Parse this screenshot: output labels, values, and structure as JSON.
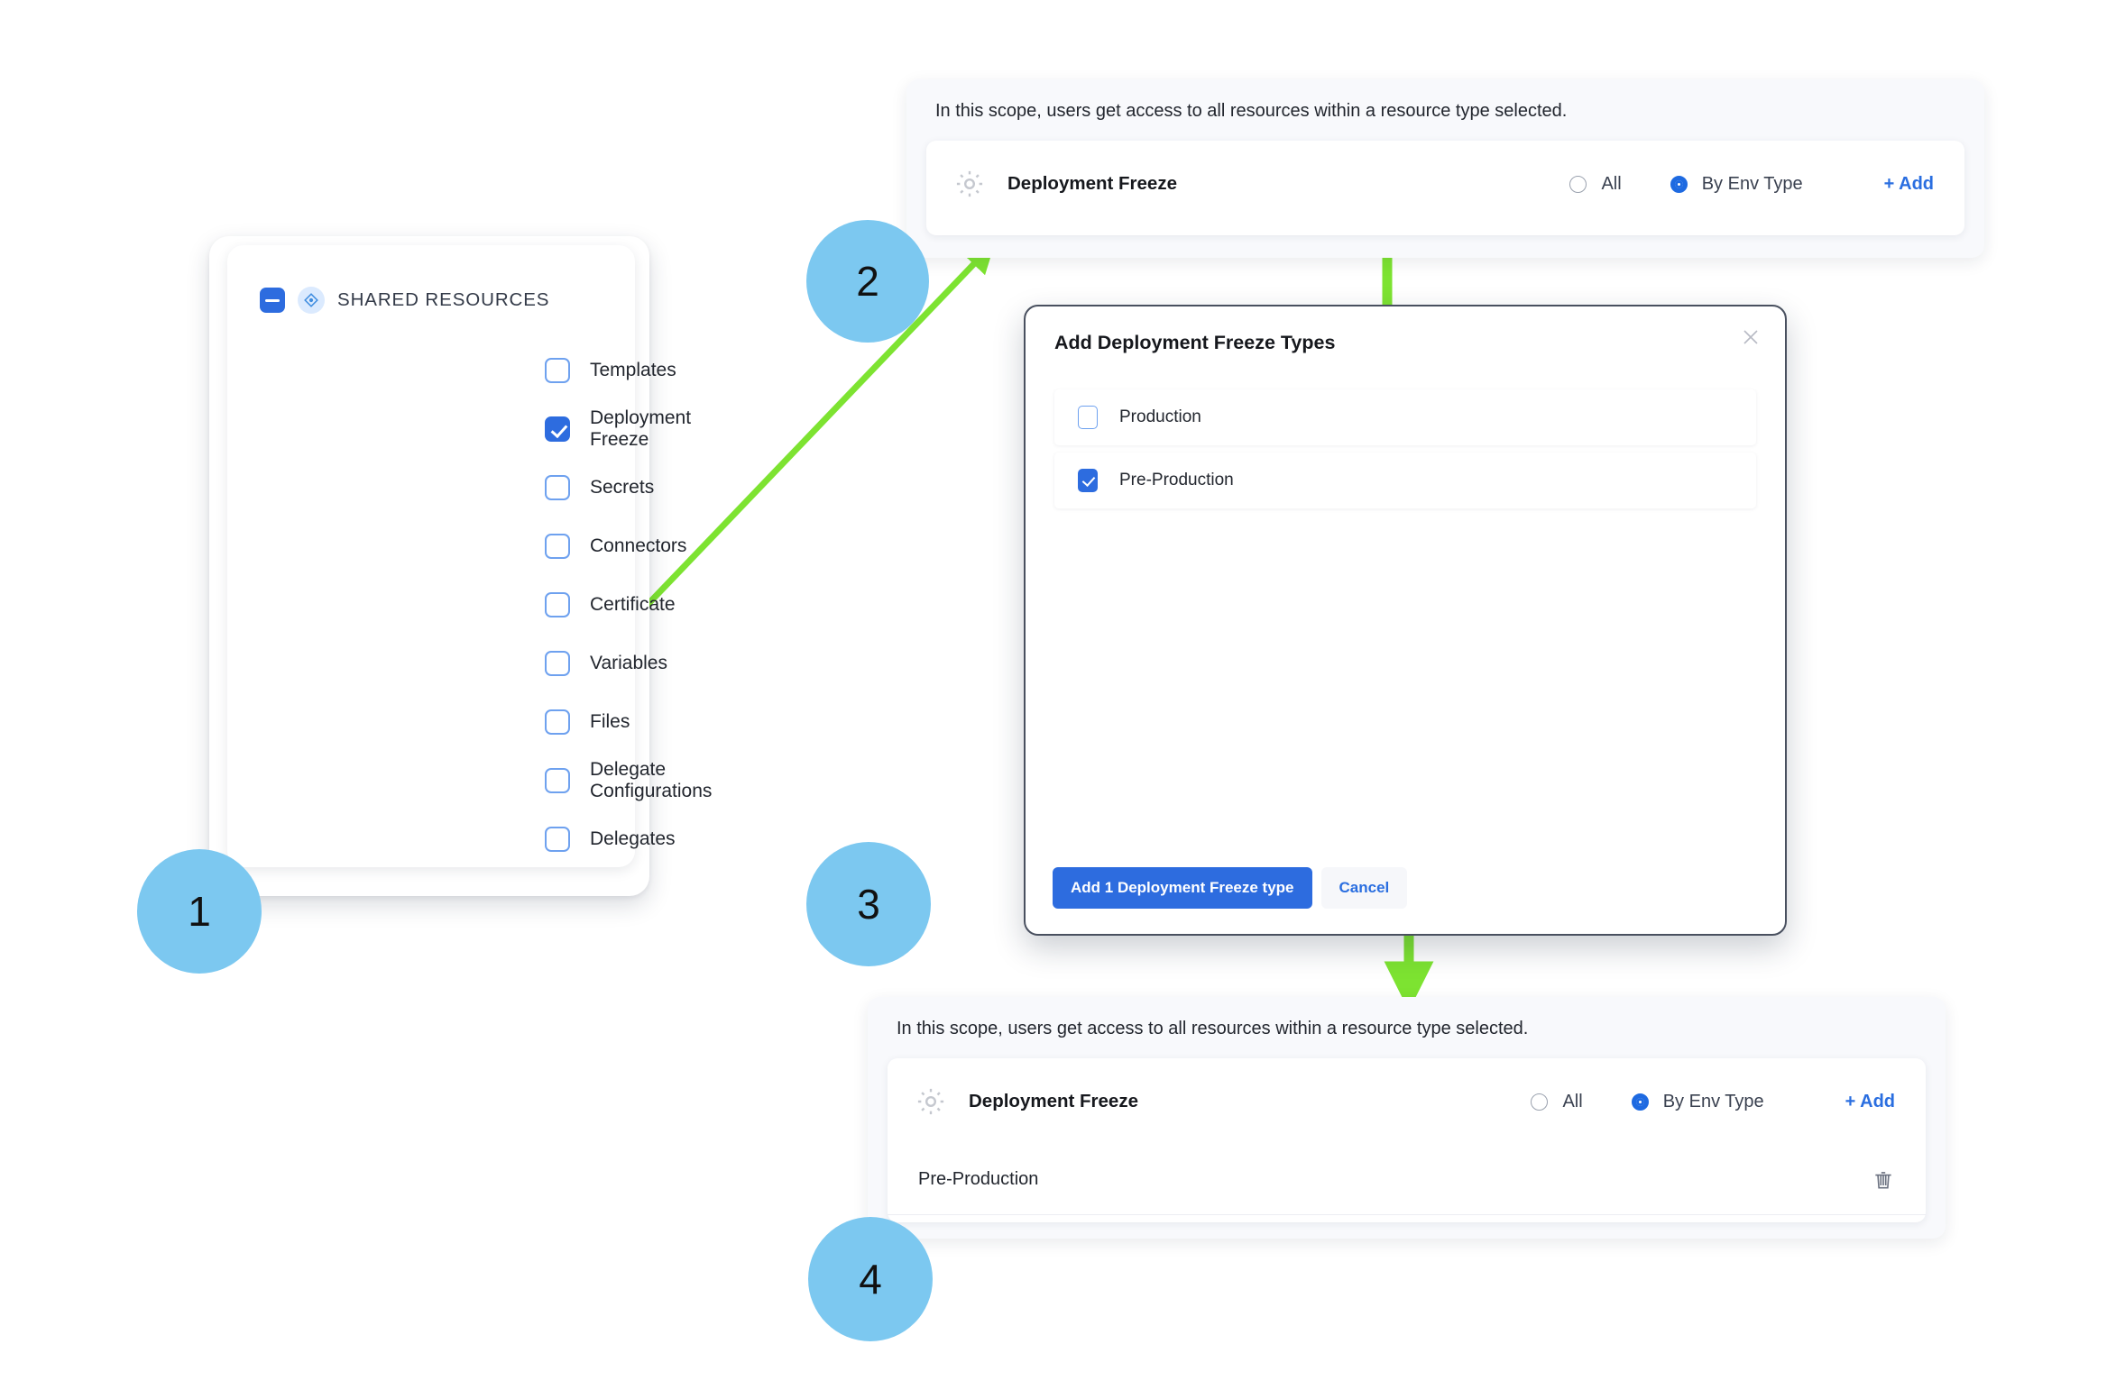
{
  "colors": {
    "badge_blue": "#7cc8f0",
    "arrow_green": "#7de331",
    "accent_blue": "#2d6cdf",
    "link_blue": "#2a6ee0",
    "panel_bg": "#f8f9fc",
    "modal_border": "#49505f"
  },
  "resource_panel": {
    "header": {
      "label": "SHARED RESOURCES",
      "checkbox_state": "indeterminate",
      "icon": "resource-node-icon"
    },
    "items": [
      {
        "label": "Templates",
        "checked": false
      },
      {
        "label": "Deployment Freeze",
        "checked": true
      },
      {
        "label": "Secrets",
        "checked": false
      },
      {
        "label": "Connectors",
        "checked": false
      },
      {
        "label": "Certificate",
        "checked": false
      },
      {
        "label": "Variables",
        "checked": false
      },
      {
        "label": "Files",
        "checked": false
      },
      {
        "label": "Delegate Configurations",
        "checked": false
      },
      {
        "label": "Delegates",
        "checked": false
      }
    ]
  },
  "scope_panel_top": {
    "description": "In this scope, users get access to all resources within a resource type selected.",
    "resource_title": "Deployment Freeze",
    "resource_icon": "gear-icon",
    "radio_all_label": "All",
    "radio_env_label": "By Env Type",
    "radio_selected": "By Env Type",
    "add_label": "+ Add"
  },
  "scope_panel_bottom": {
    "description": "In this scope, users get access to all resources within a resource type selected.",
    "resource_title": "Deployment Freeze",
    "resource_icon": "gear-icon",
    "radio_all_label": "All",
    "radio_env_label": "By Env Type",
    "radio_selected": "By Env Type",
    "add_label": "+ Add",
    "selected_items": [
      {
        "name": "Pre-Production",
        "delete_icon": "trash-icon"
      }
    ]
  },
  "modal": {
    "title": "Add Deployment Freeze Types",
    "close_icon": "close-icon",
    "options": [
      {
        "label": "Production",
        "checked": false
      },
      {
        "label": "Pre-Production",
        "checked": true
      }
    ],
    "primary_button": "Add 1 Deployment Freeze type",
    "secondary_button": "Cancel"
  },
  "steps": [
    {
      "number": "1"
    },
    {
      "number": "2"
    },
    {
      "number": "3"
    },
    {
      "number": "4"
    }
  ]
}
